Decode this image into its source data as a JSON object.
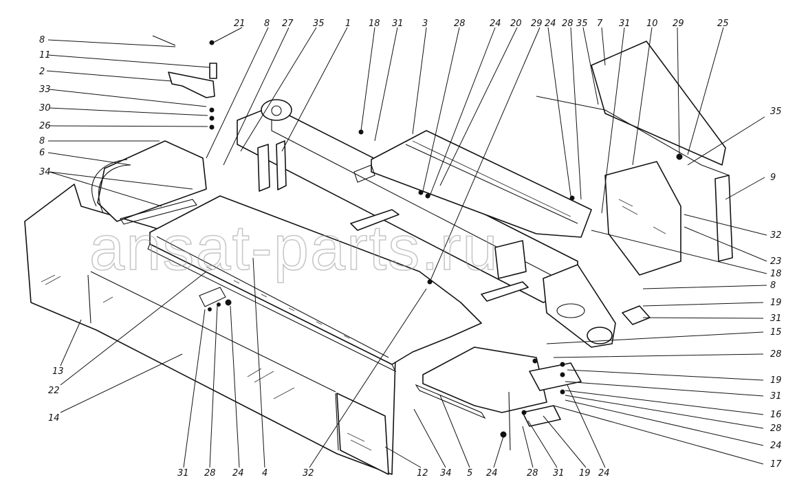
{
  "watermark": "ansat-parts.ru",
  "callouts": {
    "top": [
      "21",
      "8",
      "27",
      "35",
      "1",
      "18",
      "31",
      "3",
      "28",
      "24",
      "20",
      "29",
      "24",
      "28",
      "35",
      "7",
      "31",
      "10",
      "29",
      "25"
    ],
    "left": [
      "8",
      "11",
      "2",
      "33",
      "30",
      "26",
      "8",
      "6",
      "34"
    ],
    "right": [
      "35",
      "9",
      "32",
      "23",
      "18",
      "8",
      "19",
      "31",
      "15",
      "28",
      "19",
      "31",
      "16",
      "28",
      "24",
      "17"
    ],
    "bottom": [
      "13",
      "22",
      "14",
      "31",
      "28",
      "24",
      "4",
      "32",
      "12",
      "34",
      "5",
      "24",
      "28",
      "31",
      "19",
      "24"
    ]
  },
  "colors": {
    "ink": "#111111",
    "paper": "#ffffff",
    "watermark": "#9a9a9a"
  }
}
